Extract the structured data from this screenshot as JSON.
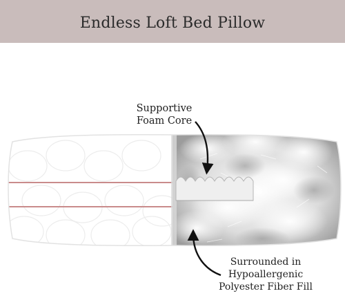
{
  "header": {
    "title": "Endless Loft Bed Pillow",
    "background": "#c9bcbb"
  },
  "callouts": {
    "foam_core": [
      "Supportive",
      "Foam Core"
    ],
    "fiber_fill": [
      "Surrounded in",
      "Hypoallergenic",
      "Polyester Fiber Fill"
    ]
  },
  "colors": {
    "piping": "#c98b8b",
    "cover": "#ffffff",
    "fill": "#bdbdbd",
    "foam": "#eeeeee"
  },
  "icons": [
    "curved-arrow-icon"
  ]
}
